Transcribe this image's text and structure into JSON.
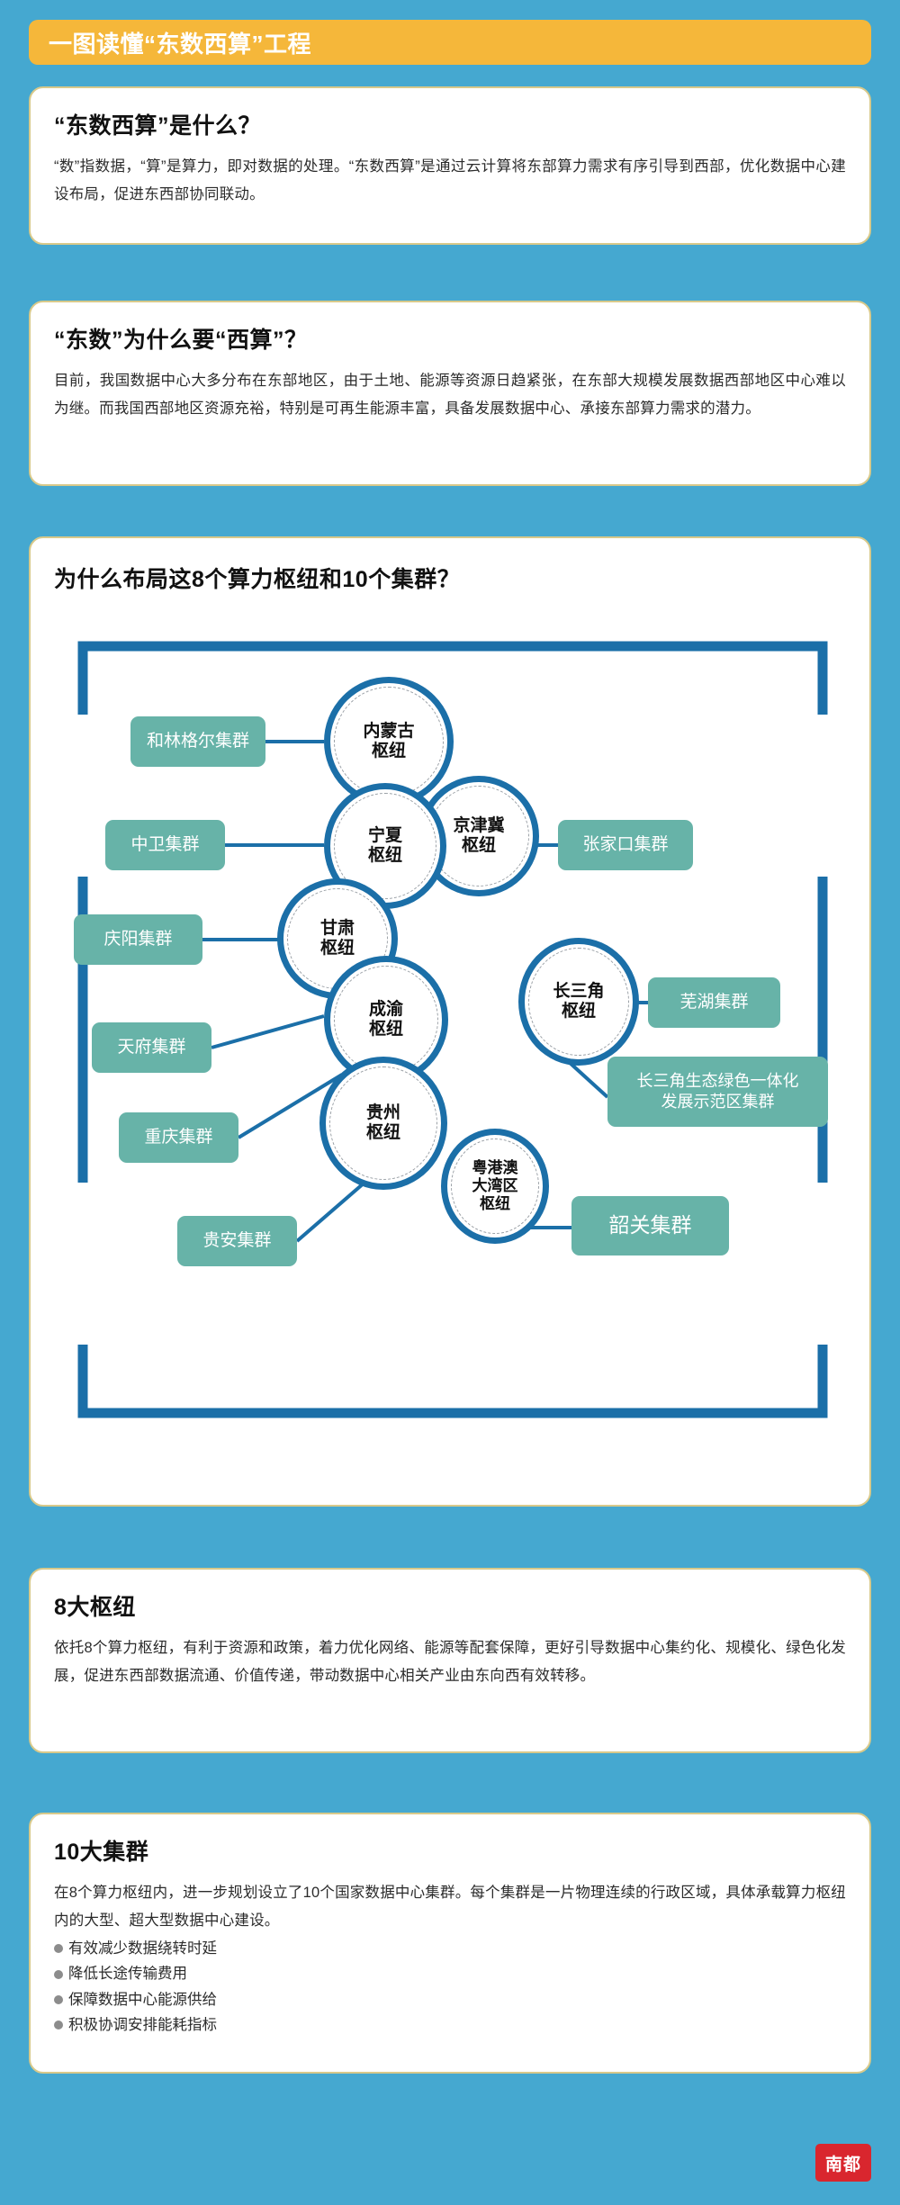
{
  "banner": {
    "title": "一图读懂“东数西算”工程"
  },
  "colors": {
    "page_background": "#45a8d0",
    "banner": "#f5b73a",
    "card_border": "#d8c98a",
    "hub_ring": "#1b6fa8",
    "cluster_fill": "#67b3a8",
    "logo": "#d9262e"
  },
  "cards": {
    "what": {
      "title": "“东数西算”是什么？",
      "body": "“数”指数据，“算”是算力，即对数据的处理。“东数西算”是通过云计算将东部算力需求有序引导到西部，优化数据中心建设布局，促进东西部协同联动。"
    },
    "why": {
      "title": "“东数”为什么要“西算”？",
      "body": "目前，我国数据中心大多分布在东部地区，由于土地、能源等资源日趋紧张，在东部大规模发展数据西部地区中心难以为继。而我国西部地区资源充裕，特别是可再生能源丰富，具备发展数据中心、承接东部算力需求的潜力。"
    },
    "layout": {
      "title": "为什么布局这8个算力枢纽和10个集群？"
    },
    "hubs": {
      "title": "8大枢纽",
      "body": "依托8个算力枢纽，有利于资源和政策，着力优化网络、能源等配套保障，更好引导数据中心集约化、规模化、绿色化发展，促进东西部数据流通、价值传递，带动数据中心相关产业由东向西有效转移。"
    },
    "clusters": {
      "title": "10大集群",
      "body": "在8个算力枢纽内，进一步规划设立了10个国家数据中心集群。每个集群是一片物理连续的行政区域，具体承载算力枢纽内的大型、超大型数据中心建设。",
      "bullets": [
        "有效减少数据绕转时延",
        "降低长途传输费用",
        "保障数据中心能源供给",
        "积极协调安排能耗指标"
      ]
    }
  },
  "diagram": {
    "hubs": [
      {
        "id": "neimenggu",
        "label": "内蒙古\n枢纽"
      },
      {
        "id": "jingjinji",
        "label": "京津冀\n枢纽"
      },
      {
        "id": "ningxia",
        "label": "宁夏\n枢纽"
      },
      {
        "id": "gansu",
        "label": "甘肃\n枢纽"
      },
      {
        "id": "chengyu",
        "label": "成渝\n枢纽"
      },
      {
        "id": "guizhou",
        "label": "贵州\n枢纽"
      },
      {
        "id": "changsanjiao",
        "label": "长三角\n枢纽"
      },
      {
        "id": "yuegangao",
        "label": "粤港澳\n大湾区\n枢纽"
      }
    ],
    "clusters": [
      {
        "id": "helingeer",
        "label": "和林格尔集群"
      },
      {
        "id": "zhangjiakou",
        "label": "张家口集群"
      },
      {
        "id": "zhongwei",
        "label": "中卫集群"
      },
      {
        "id": "qingyang",
        "label": "庆阳集群"
      },
      {
        "id": "tianfu",
        "label": "天府集群"
      },
      {
        "id": "chongqing",
        "label": "重庆集群"
      },
      {
        "id": "guian",
        "label": "贵安集群"
      },
      {
        "id": "wuhu",
        "label": "芜湖集群"
      },
      {
        "id": "changsanjiao-shifanqu",
        "label": "长三角生态绿色一体化\n发展示范区集群"
      },
      {
        "id": "shaoguan",
        "label": "韶关集群"
      }
    ]
  },
  "logo": {
    "label": "南都"
  }
}
